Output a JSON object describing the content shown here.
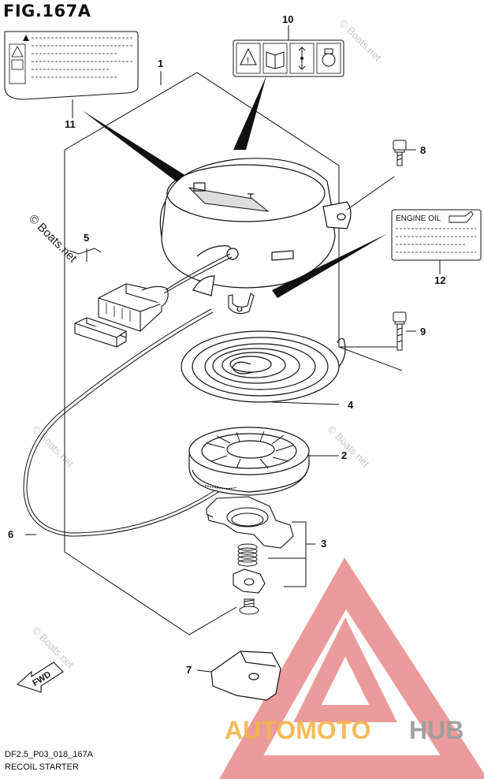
{
  "figure": {
    "title": "FIG.167A",
    "drawing_code": "DF2.5_P03_018_167A",
    "section_name": "RECOIL STARTER"
  },
  "callouts": [
    {
      "id": "1",
      "label": "1",
      "part": "recoil starter assembly"
    },
    {
      "id": "2",
      "label": "2",
      "part": "reel"
    },
    {
      "id": "3",
      "label": "3",
      "part": "ratchet set"
    },
    {
      "id": "4",
      "label": "4",
      "part": "spring"
    },
    {
      "id": "5",
      "label": "5",
      "part": "handle"
    },
    {
      "id": "6",
      "label": "6",
      "part": "rope"
    },
    {
      "id": "7",
      "label": "7",
      "part": "plate"
    },
    {
      "id": "8",
      "label": "8",
      "part": "bolt"
    },
    {
      "id": "9",
      "label": "9",
      "part": "bolt"
    },
    {
      "id": "10",
      "label": "10",
      "part": "caution label"
    },
    {
      "id": "11",
      "label": "11",
      "part": "warning label"
    },
    {
      "id": "12",
      "label": "12",
      "part": "engine oil label"
    }
  ],
  "labels": {
    "engine_oil": "ENGINE OIL",
    "fwd_arrow": "FWD"
  },
  "watermarks": {
    "boats": "© Boats.net",
    "brand_prefix": "AUTOMOTO",
    "brand_suffix": "HUB"
  },
  "colors": {
    "line": "#111111",
    "watermark_red": "#e53935",
    "watermark_orange": "#f5a31a",
    "watermark_grey": "#c8c8c8"
  }
}
